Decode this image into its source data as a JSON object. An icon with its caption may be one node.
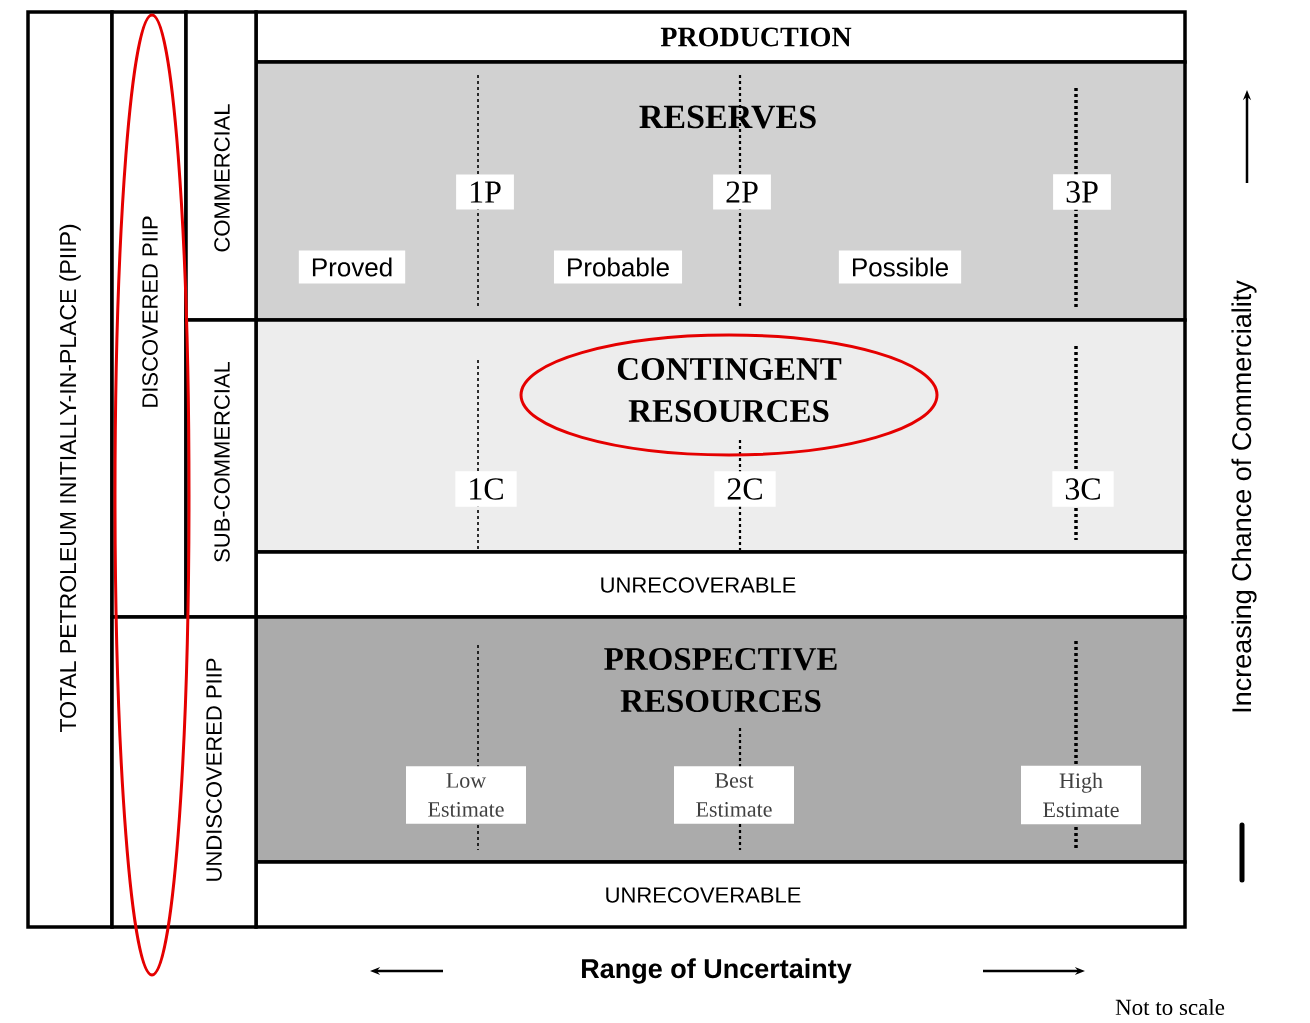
{
  "diagram": {
    "nodes": [
      {
        "text": [
          "TOTAL PETROLEUM INITIALLY-IN-PLACE  (PIIP)"
        ]
      },
      {
        "text": [
          "DISCOVERED PIIP"
        ]
      },
      {
        "text": [
          "COMMERCIAL"
        ]
      },
      {
        "text": [
          "SUB-COMMERCIAL"
        ]
      },
      {
        "text": [
          "UNDISCOVERED PIIP"
        ]
      },
      {
        "text": [
          "PRODUCTION"
        ]
      },
      {
        "text": [
          "RESERVES"
        ]
      },
      {
        "text": [
          "1P"
        ],
        "in": 6
      },
      {
        "text": [
          "2P"
        ],
        "in": 6
      },
      {
        "text": [
          "3P"
        ],
        "in": 6
      },
      {
        "text": [
          "Proved"
        ],
        "in": 6
      },
      {
        "text": [
          "Probable"
        ],
        "in": 6
      },
      {
        "text": [
          "Possible"
        ],
        "in": 6
      },
      {
        "text": [
          "CONTINGENT RESOURCES"
        ]
      },
      {
        "text": [
          "1C"
        ],
        "in": 13
      },
      {
        "text": [
          "2C"
        ],
        "in": 13
      },
      {
        "text": [
          "3C"
        ],
        "in": 13
      },
      {
        "text": [
          "UNRECOVERABLE"
        ]
      },
      {
        "text": [
          "PROSPECTIVE RESOURCES"
        ]
      },
      {
        "text": [
          "Low Estimate"
        ],
        "in": 18
      },
      {
        "text": [
          "Best Estimate"
        ],
        "in": 18
      },
      {
        "text": [
          "High Estimate"
        ],
        "in": 18
      },
      {
        "text": [
          "UNRECOVERABLE"
        ]
      }
    ],
    "labels": [
      "Increasing Chance of Commerciality",
      "Range of Uncertainty",
      "Not to scale"
    ]
  }
}
